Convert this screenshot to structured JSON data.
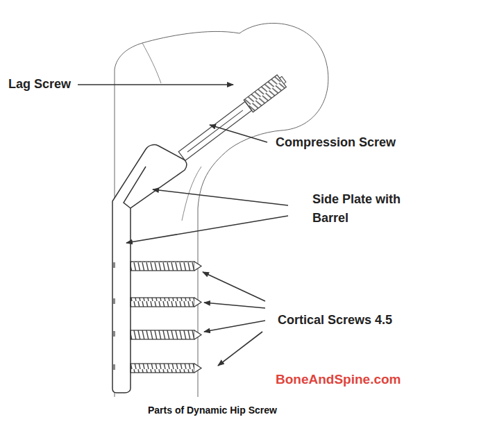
{
  "diagram": {
    "caption": "Parts of Dynamic Hip Screw",
    "labels": [
      "Lag Screw",
      "Compression Screw",
      "Side Plate with Barrel",
      "Cortical Screws 4.5",
      "BoneAndSpine.com"
    ]
  }
}
